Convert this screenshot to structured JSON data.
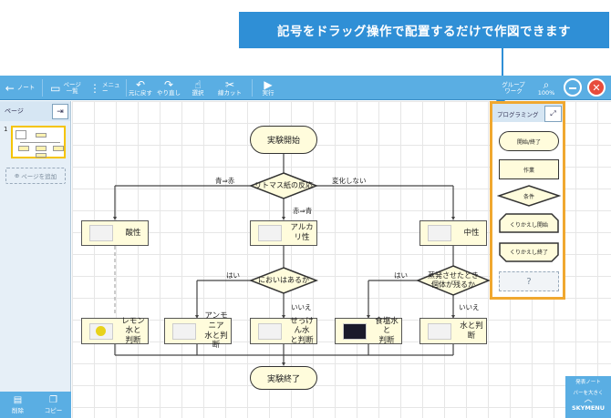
{
  "callout": {
    "text": "記号をドラッグ操作で配置するだけで作図できます"
  },
  "toolbar": {
    "note": "ノート",
    "page_list_line1": "ページ",
    "page_list_line2": "一覧",
    "menu": "メニュー",
    "undo": "元に戻す",
    "redo": "やり直し",
    "select": "選択",
    "lasso_cut": "線カット",
    "run": "実行",
    "group_work_line1": "グループ",
    "group_work_line2": "ワーク",
    "zoom": "100%"
  },
  "page_panel": {
    "header": "ページ",
    "thumb_number": "1",
    "add_page": "ページを追加"
  },
  "bottom_bar": {
    "delete": "削除",
    "copy": "コピー"
  },
  "flowchart": {
    "start": "実験開始",
    "decision1": "リトマス紙の反応",
    "label_blue_red": "青⇒赤",
    "label_no_change": "変化しない",
    "label_red_blue": "赤⇒青",
    "acid": "酸性",
    "alkaline": "アルカリ性",
    "neutral": "中性",
    "decision2": "においはあるか",
    "decision3_line1": "蒸発させたとき",
    "decision3_line2": "個体が残るか",
    "yes1": "はい",
    "no1": "いいえ",
    "yes2": "はい",
    "no2": "いいえ",
    "r1_line1": "レモン水と",
    "r1_line2": "判断",
    "r2_line1": "アンモニア",
    "r2_line2": "水と判断",
    "r3_line1": "せっけん水",
    "r3_line2": "と判断",
    "r4_line1": "食塩水と",
    "r4_line2": "判断",
    "r5": "水と判断",
    "end": "実験終了"
  },
  "programming_panel": {
    "title": "プログラミング",
    "start_end": "開始/終了",
    "operation": "作業",
    "condition": "条件",
    "loop_start": "くりかえし開始",
    "loop_end": "くりかえし終了",
    "unknown": "?"
  },
  "skymenu": {
    "line1": "発表ノート",
    "line2": "バーを大きく",
    "brand": "SKYMENU"
  },
  "colors": {
    "accent": "#5aaee3",
    "callout": "#2f8fd6",
    "highlight": "#f0a830",
    "shape_fill": "#fffcdc"
  }
}
